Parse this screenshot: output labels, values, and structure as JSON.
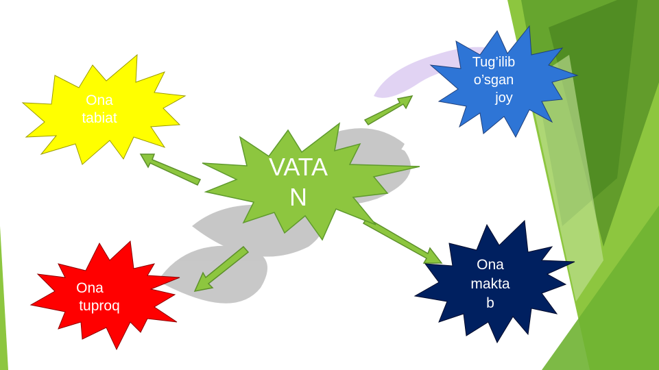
{
  "slide": {
    "center": {
      "lines": [
        "VATA",
        "N"
      ],
      "color": "#8dc63f"
    },
    "nodes": [
      {
        "id": "ona-tabiat",
        "lines": [
          "Ona",
          "tabiat"
        ],
        "color": "#ffff00"
      },
      {
        "id": "tugilib-osgan-joy",
        "lines": [
          "Tug’ilib",
          "o’sgan",
          "joy"
        ],
        "color": "#2e75d6"
      },
      {
        "id": "ona-tuproq",
        "lines": [
          "Ona",
          "tuproq"
        ],
        "color": "#ff0000"
      },
      {
        "id": "ona-maktab",
        "lines": [
          "Ona",
          "makta",
          "b"
        ],
        "color": "#002060"
      }
    ],
    "colors": {
      "accent_green": "#8dc63f",
      "dark_green": "#4e8f24",
      "arrow": "#8dc63f"
    }
  }
}
